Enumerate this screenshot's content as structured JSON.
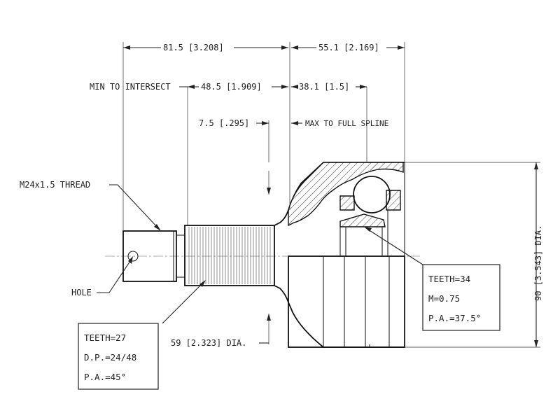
{
  "dimensions": {
    "overall_length": "81.5 [3.208]",
    "bell_length": "55.1 [2.169]",
    "min_to_intersect_label": "MIN TO INTERSECT",
    "min_to_intersect_value": "48.5 [1.909]",
    "spline_length": "38.1 [1.5]",
    "shoulder": "7.5 [.295]",
    "max_to_full_spline": "MAX TO FULL SPLINE",
    "outer_diameter": "90 [3.543] DIA.",
    "shaft_diameter": "59 [2.323] DIA."
  },
  "callouts": {
    "thread": "M24x1.5 THREAD",
    "hole": "HOLE"
  },
  "outer_spline_box": {
    "teeth": "TEETH=27",
    "dp": "D.P.=24/48",
    "pa": "P.A.=45°"
  },
  "inner_spline_box": {
    "teeth": "TEETH=34",
    "m": "M=0.75",
    "pa": "P.A.=37.5°"
  }
}
